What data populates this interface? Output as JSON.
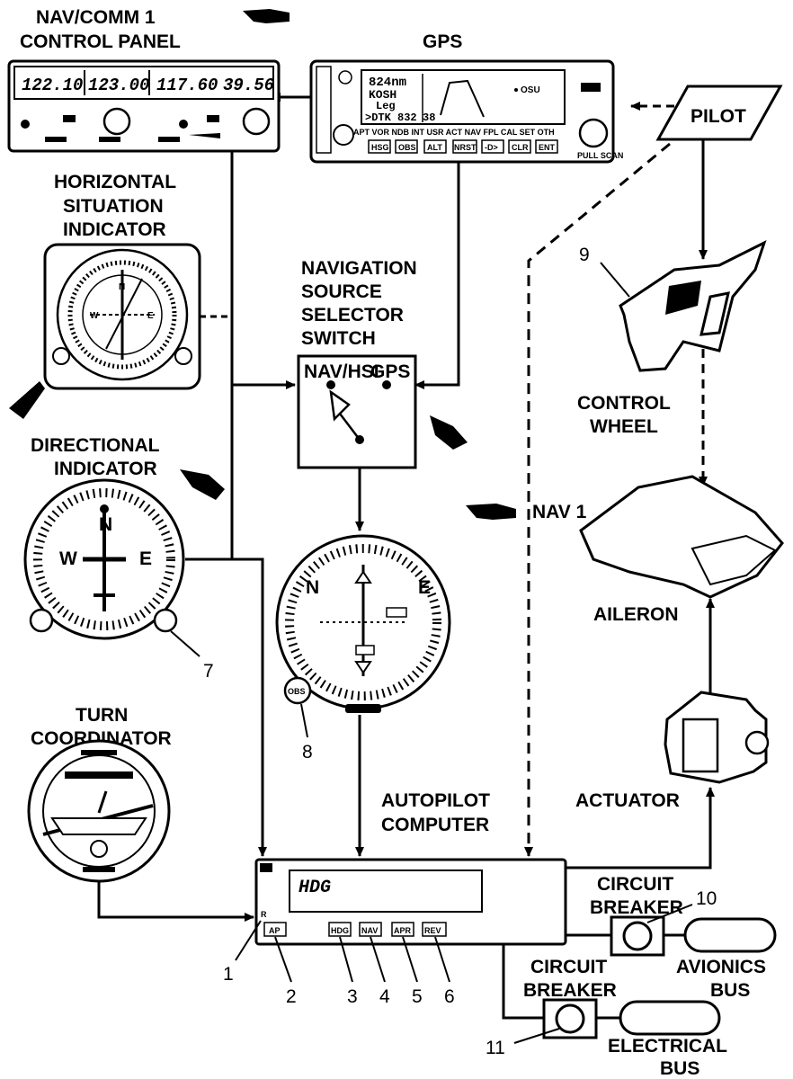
{
  "labels": {
    "navcomm_line1": "NAV/COMM 1",
    "navcomm_line2": "CONTROL PANEL",
    "gps": "GPS",
    "pilot": "PILOT",
    "hsi_line1": "HORIZONTAL",
    "hsi_line2": "SITUATION",
    "hsi_line3": "INDICATOR",
    "nav_sel_line1": "NAVIGATION",
    "nav_sel_line2": "SOURCE",
    "nav_sel_line3": "SELECTOR",
    "nav_sel_line4": "SWITCH",
    "sel_nav_hsi": "NAV/HSI",
    "sel_gps": "GPS",
    "control_wheel_line1": "CONTROL",
    "control_wheel_line2": "WHEEL",
    "di_line1": "DIRECTIONAL",
    "di_line2": "INDICATOR",
    "nav1": "NAV 1",
    "aileron": "AILERON",
    "turn_line1": "TURN",
    "turn_line2": "COORDINATOR",
    "actuator": "ACTUATOR",
    "ap_line1": "AUTOPILOT",
    "ap_line2": "COMPUTER",
    "cb_line1": "CIRCUIT",
    "cb_line2": "BREAKER",
    "avionics_line1": "AVIONICS",
    "avionics_line2": "BUS",
    "electrical_line1": "ELECTRICAL",
    "electrical_line2": "BUS"
  },
  "navcomm_display": {
    "com_active": "122.10",
    "com_standby": "123.00",
    "nav_active": "117.60",
    "nav_standby": "39.56"
  },
  "gps_display": {
    "dist": "824nm",
    "wpt": "KOSH",
    "leg": "Leg",
    "dtk": ">DTK 832",
    "trk": "38",
    "page_row": "APT VOR NDB INT USR ACT NAV FPL CAL SET OTH",
    "buttons": [
      "HSG",
      "OBS",
      "ALT",
      "NRST",
      "-D>",
      "CLR",
      "ENT"
    ],
    "pull_scan": "PULL SCAN"
  },
  "ap_display": {
    "mode": "HDG",
    "r_indicator": "R",
    "buttons": [
      "AP",
      "HDG",
      "NAV",
      "APR",
      "REV"
    ]
  },
  "callouts": {
    "n1": "1",
    "n2": "2",
    "n3": "3",
    "n4": "4",
    "n5": "5",
    "n6": "6",
    "n7": "7",
    "n8": "8",
    "n9": "9",
    "n10": "10",
    "n11": "11"
  },
  "nav1_obs_label": "OBS"
}
